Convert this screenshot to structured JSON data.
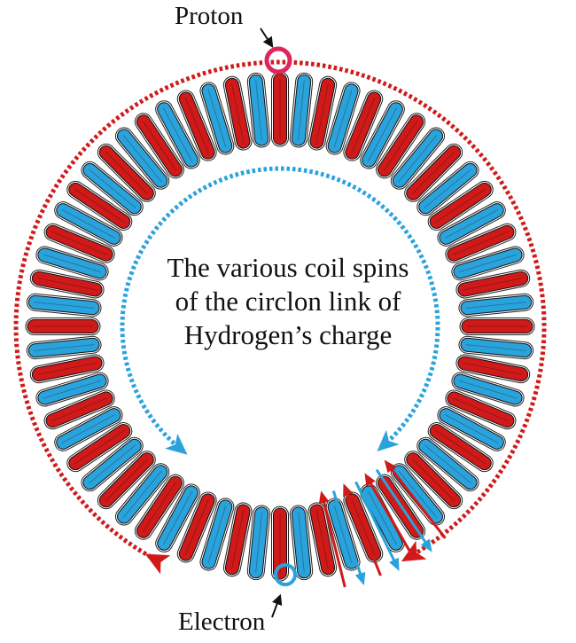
{
  "labels": {
    "proton": "Proton",
    "electron": "Electron"
  },
  "caption": {
    "lines": [
      "The various coil spins",
      "of the circlon link of",
      "Hydrogen’s charge"
    ]
  },
  "colors": {
    "coil_red": "#d01a1a",
    "coil_blue": "#2aa3dc",
    "outer_arrow": "#d01a1a",
    "inner_arrow": "#2aa3dc",
    "proton_marker": "#e0245e",
    "electron_marker": "#2aa3dc",
    "text": "#111111"
  },
  "icons": {
    "proton": "ring-marker-icon",
    "electron": "ring-marker-icon",
    "outer_direction": "arrowhead-icon",
    "inner_direction": "arrowhead-icon"
  },
  "coil": {
    "turns": 64,
    "color_pattern": [
      "red",
      "blue"
    ]
  }
}
